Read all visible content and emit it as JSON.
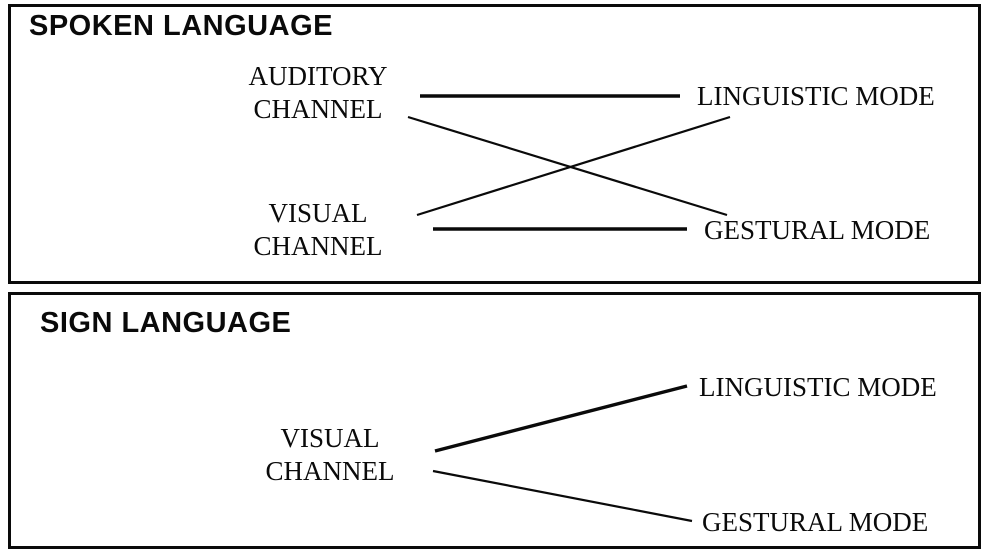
{
  "figure": {
    "colors": {
      "ink": "#0a0a0a",
      "background": "#ffffff"
    },
    "panels": [
      {
        "id": "spoken",
        "title": "SPOKEN LANGUAGE",
        "channels": [
          {
            "id": "auditory",
            "label_lines": [
              "AUDITORY",
              "CHANNEL"
            ]
          },
          {
            "id": "visual",
            "label_lines": [
              "VISUAL",
              "CHANNEL"
            ]
          }
        ],
        "modes": [
          {
            "id": "linguistic",
            "label": "LINGUISTIC MODE"
          },
          {
            "id": "gestural",
            "label": "GESTURAL MODE"
          }
        ],
        "connections": [
          {
            "from": "auditory",
            "to": "linguistic",
            "weight": "thick"
          },
          {
            "from": "auditory",
            "to": "gestural",
            "weight": "thin"
          },
          {
            "from": "visual",
            "to": "linguistic",
            "weight": "thin"
          },
          {
            "from": "visual",
            "to": "gestural",
            "weight": "thick"
          }
        ]
      },
      {
        "id": "sign",
        "title": "SIGN LANGUAGE",
        "channels": [
          {
            "id": "visual",
            "label_lines": [
              "VISUAL",
              "CHANNEL"
            ]
          }
        ],
        "modes": [
          {
            "id": "linguistic",
            "label": "LINGUISTIC MODE"
          },
          {
            "id": "gestural",
            "label": "GESTURAL MODE"
          }
        ],
        "connections": [
          {
            "from": "visual",
            "to": "linguistic",
            "weight": "thick"
          },
          {
            "from": "visual",
            "to": "gestural",
            "weight": "thin"
          }
        ]
      }
    ]
  }
}
